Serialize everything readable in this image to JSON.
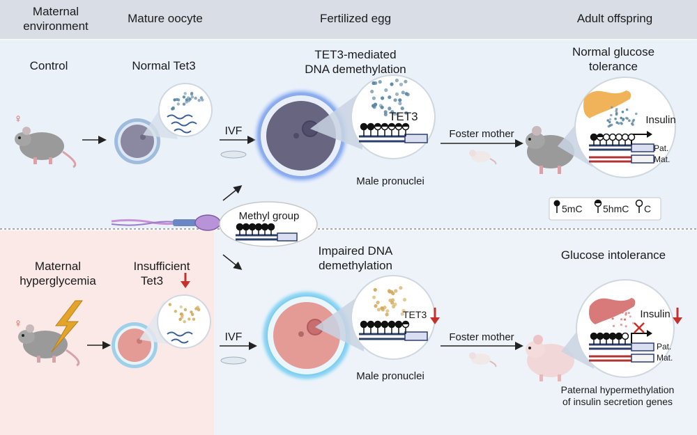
{
  "header": {
    "col1_line1": "Maternal",
    "col1_line2": "environment",
    "col2": "Mature oocyte",
    "col3": "Fertilized egg",
    "col4": "Adult offspring"
  },
  "control": {
    "label": "Control",
    "oocyte_label": "Normal Tet3",
    "fert_label_line1": "TET3-mediated",
    "fert_label_line2": "DNA demethylation",
    "tet3": "TET3",
    "ivf": "IVF",
    "foster": "Foster mother",
    "male_pronuclei": "Male pronuclei",
    "outcome_line1": "Normal glucose",
    "outcome_line2": "tolerance",
    "insulin": "Insulin",
    "pat": "Pat.",
    "mat": "Mat."
  },
  "legend": {
    "m5mC": "5mC",
    "m5hmC": "5hmC",
    "c": "C"
  },
  "middle": {
    "methyl_group": "Methyl group"
  },
  "hyper": {
    "label_line1": "Maternal",
    "label_line2": "hyperglycemia",
    "oocyte_line1": "Insufficient",
    "oocyte_line2": "Tet3",
    "fert_label_line1": "Impaired DNA",
    "fert_label_line2": "demethylation",
    "tet3": "TET3",
    "ivf": "IVF",
    "foster": "Foster mother",
    "male_pronuclei": "Male pronuclei",
    "outcome": "Glucose intolerance",
    "insulin": "Insulin",
    "pat": "Pat.",
    "mat": "Mat.",
    "note_line1": "Paternal hypermethylation",
    "note_line2": "of insulin secretion genes"
  },
  "symbols": {
    "female": "♀"
  },
  "colors": {
    "header_bg": "#d9dee6",
    "control_bg": "#eaf1f9",
    "hyper_left_bg": "#fbe9e7",
    "hyper_right_bg": "#eef3f9",
    "down_arrow": "#c6302a",
    "control_dots": "#5b86a3",
    "hyper_dots": "#d3a95a"
  }
}
